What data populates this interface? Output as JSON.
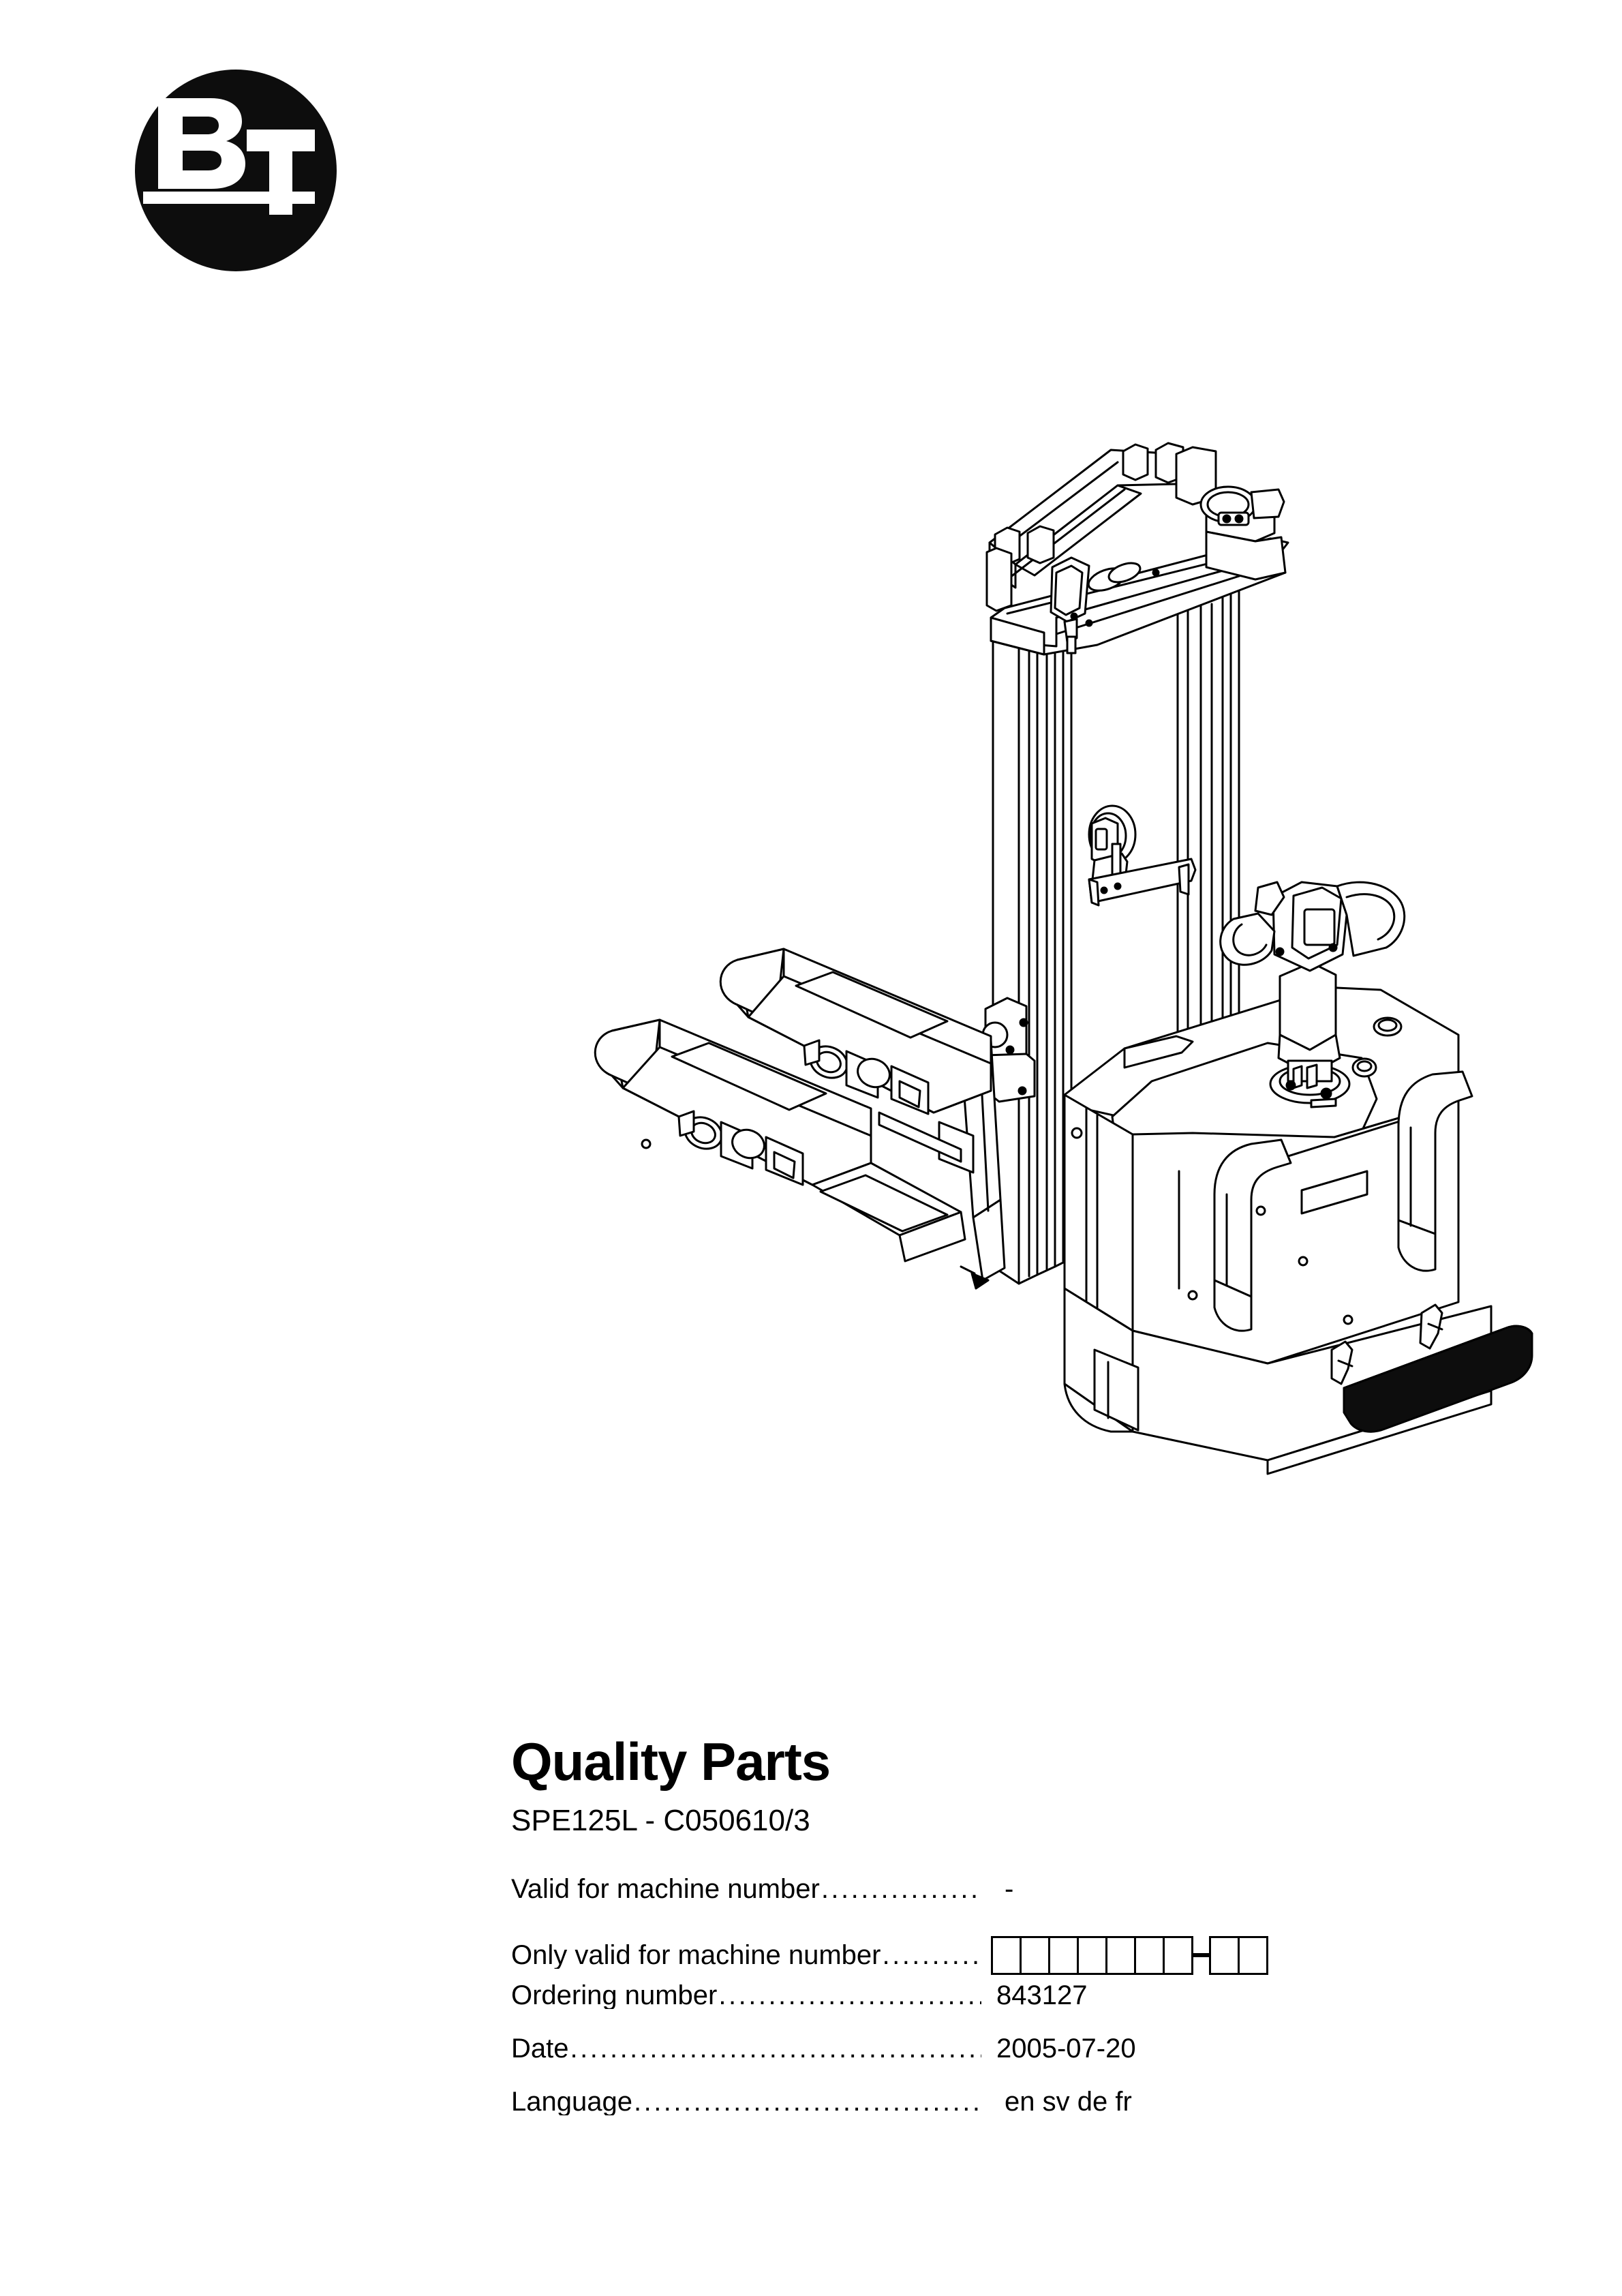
{
  "logo": {
    "brand": "BT",
    "letter_b": "B",
    "letter_t": "T"
  },
  "illustration": {
    "alt": "bt-spe125l-pedestrian-stacker-line-drawing",
    "platform_color": "#0d0d0d",
    "line_color": "#000000"
  },
  "document": {
    "title": "Quality Parts",
    "model": "SPE125L - C050610/3"
  },
  "specs": [
    {
      "label": "Valid for machine number",
      "dots": "....................",
      "value": "-",
      "type": "text"
    },
    {
      "label": "Only valid for machine number",
      "dots": "............",
      "value": "",
      "type": "boxes",
      "box_group_1": 7,
      "box_group_2": 2,
      "separator": "-"
    },
    {
      "label": "Ordering number ",
      "dots": "................................",
      "value": "843127",
      "type": "text"
    },
    {
      "label": "Date ",
      "dots": "....................................................",
      "value": "2005-07-20",
      "type": "text"
    },
    {
      "label": "Language",
      "dots": "...........................................",
      "value": "en sv de fr",
      "type": "text"
    }
  ]
}
